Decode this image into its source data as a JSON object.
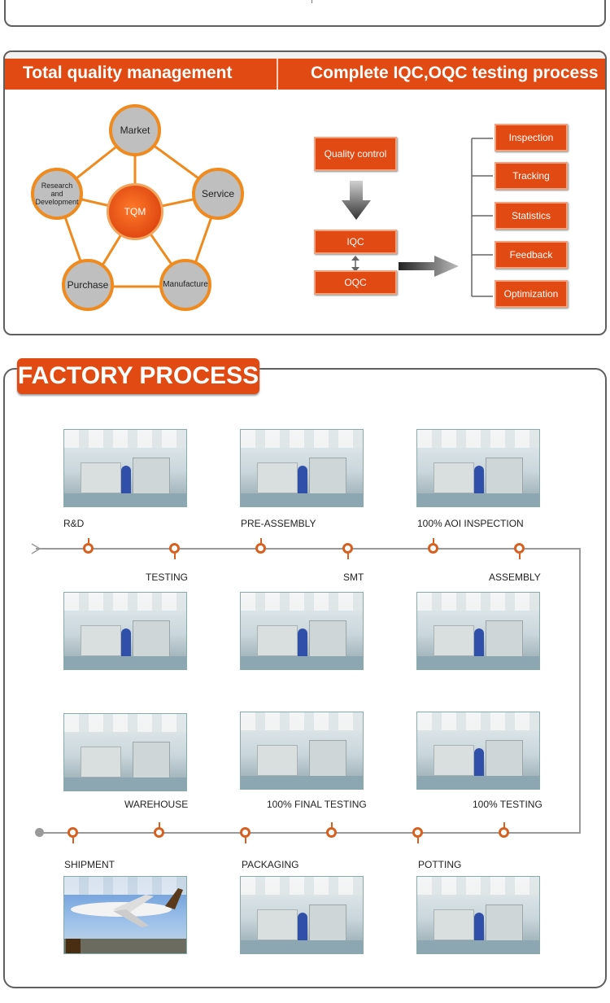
{
  "quality": {
    "left_title": "Total quality management",
    "right_title": "Complete IQC,OQC testing process",
    "tqm": {
      "center": "TQM",
      "nodes": [
        "Market",
        "Service",
        "Manufacture",
        "Purchase",
        "Research and Development"
      ]
    },
    "flow": {
      "start": "Quality control",
      "iqc": "IQC",
      "oqc": "OQC",
      "outputs": [
        "Inspection",
        "Tracking",
        "Statistics",
        "Feedback",
        "Optimization"
      ]
    }
  },
  "factory": {
    "title": "FACTORY PROCESS",
    "steps": {
      "rd": "R&D",
      "pre_assembly": "PRE-ASSEMBLY",
      "aoi": "100% AOI INSPECTION",
      "testing": "TESTING",
      "smt": "SMT",
      "assembly": "ASSEMBLY",
      "warehouse": "WAREHOUSE",
      "final_testing": "100% FINAL TESTING",
      "testing_100": "100% TESTING",
      "shipment": "SHIPMENT",
      "packaging": "PACKAGING",
      "potting": "POTTING"
    }
  },
  "colors": {
    "accent": "#e14a12",
    "ring": "#ef8a1f",
    "frame": "#5f5f5f"
  }
}
